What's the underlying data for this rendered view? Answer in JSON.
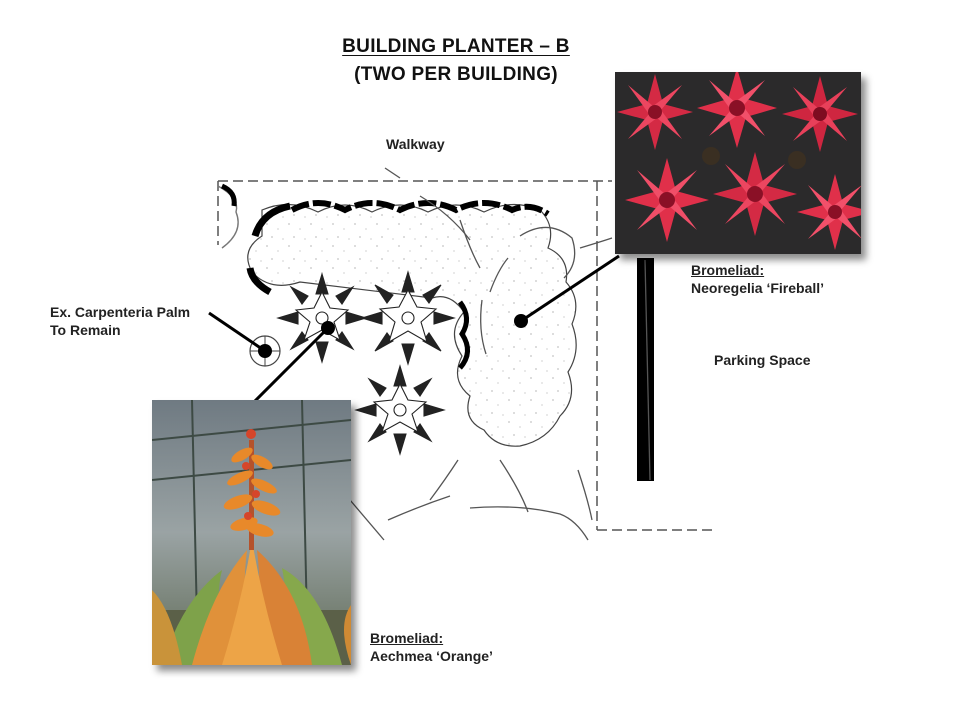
{
  "title": {
    "line1": "BUILDING PLANTER – B",
    "line2": "(TWO PER BUILDING)"
  },
  "labels": {
    "walkway": "Walkway",
    "parking_space": "Parking Space",
    "palm_line1": "Ex. Carpenteria Palm",
    "palm_line2": "To Remain",
    "fireball_heading": "Bromeliad:",
    "fireball_name": "Neoregelia ‘Fireball’",
    "orange_heading": "Bromeliad:",
    "orange_name": "Aechmea ‘Orange’"
  },
  "photos": {
    "fireball": {
      "depicts": "red Neoregelia bromeliad rosettes",
      "accent": "#e0304a"
    },
    "orange": {
      "depicts": "orange Aechmea bromeliad with flower spike",
      "accent": "#e8892a"
    }
  }
}
